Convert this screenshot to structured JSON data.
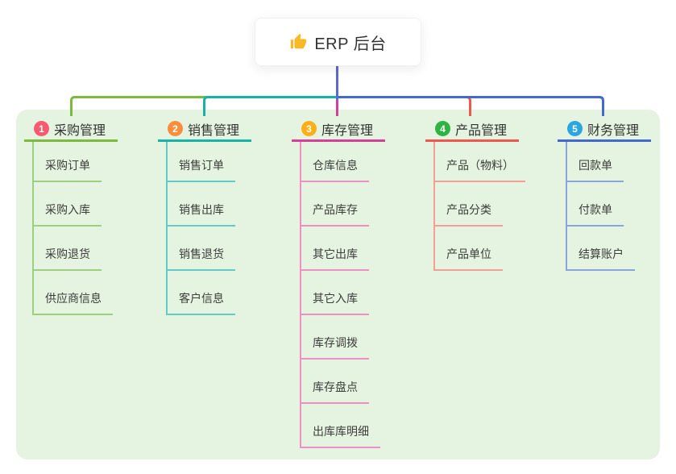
{
  "root": {
    "label": "ERP 后台",
    "icon": "thumbs-up-icon",
    "icon_color": "#f7b924",
    "line_color": "#5b6ad0"
  },
  "panel": {
    "background": "#e5f4e0"
  },
  "branches": [
    {
      "badge": "1",
      "title": "采购管理",
      "badge_color": "#f75a6d",
      "line_color": "#7cb93f",
      "tint_color": "#9ecf7c",
      "children": [
        "采购订单",
        "采购入库",
        "采购退货",
        "供应商信息"
      ]
    },
    {
      "badge": "2",
      "title": "销售管理",
      "badge_color": "#fb8d3c",
      "line_color": "#17b3ab",
      "tint_color": "#63cbc5",
      "children": [
        "销售订单",
        "销售出库",
        "销售退货",
        "客户信息"
      ]
    },
    {
      "badge": "3",
      "title": "库存管理",
      "badge_color": "#fcaf17",
      "line_color": "#d6409b",
      "tint_color": "#ee8ec4",
      "children": [
        "仓库信息",
        "产品库存",
        "其它出库",
        "其它入库",
        "库存调拨",
        "库存盘点",
        "出库库明细"
      ]
    },
    {
      "badge": "4",
      "title": "产品管理",
      "badge_color": "#2fb344",
      "line_color": "#f2574d",
      "tint_color": "#f59d97",
      "children": [
        "产品（物料）",
        "产品分类",
        "产品单位"
      ]
    },
    {
      "badge": "5",
      "title": "财务管理",
      "badge_color": "#2ba6e0",
      "line_color": "#4169cf",
      "tint_color": "#8ba4dd",
      "children": [
        "回款单",
        "付款单",
        "结算账户"
      ]
    }
  ]
}
